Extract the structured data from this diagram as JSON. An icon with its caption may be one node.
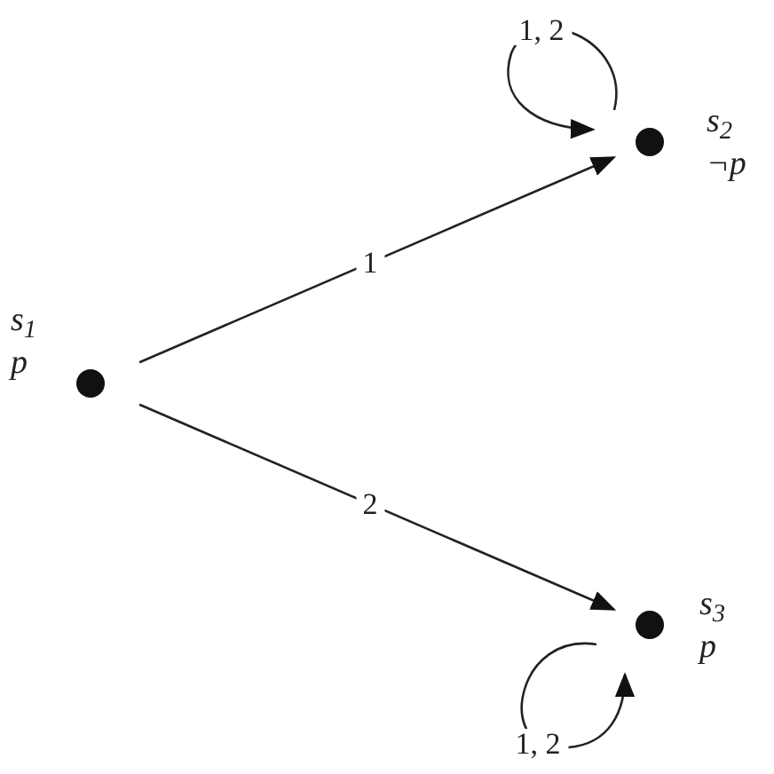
{
  "diagram": {
    "nodes": [
      {
        "text": [],
        "shape": "circle",
        "beside": [
          "s$_{1}$",
          "p"
        ]
      },
      {
        "text": [],
        "shape": "circle",
        "beside": [
          "s$_{2}$",
          "¬p"
        ]
      },
      {
        "text": [],
        "shape": "circle",
        "beside": [
          "s$_{3}$",
          "p"
        ]
      }
    ],
    "edges": [
      {
        "from": 0,
        "to": 1,
        "arrow": "to",
        "label": "1"
      },
      {
        "from": 0,
        "to": 2,
        "arrow": "to",
        "label": "2"
      },
      {
        "from": 1,
        "to": 1,
        "arrow": "to",
        "label": "1, 2"
      },
      {
        "from": 2,
        "to": 2,
        "arrow": "to",
        "label": "1, 2"
      }
    ]
  }
}
